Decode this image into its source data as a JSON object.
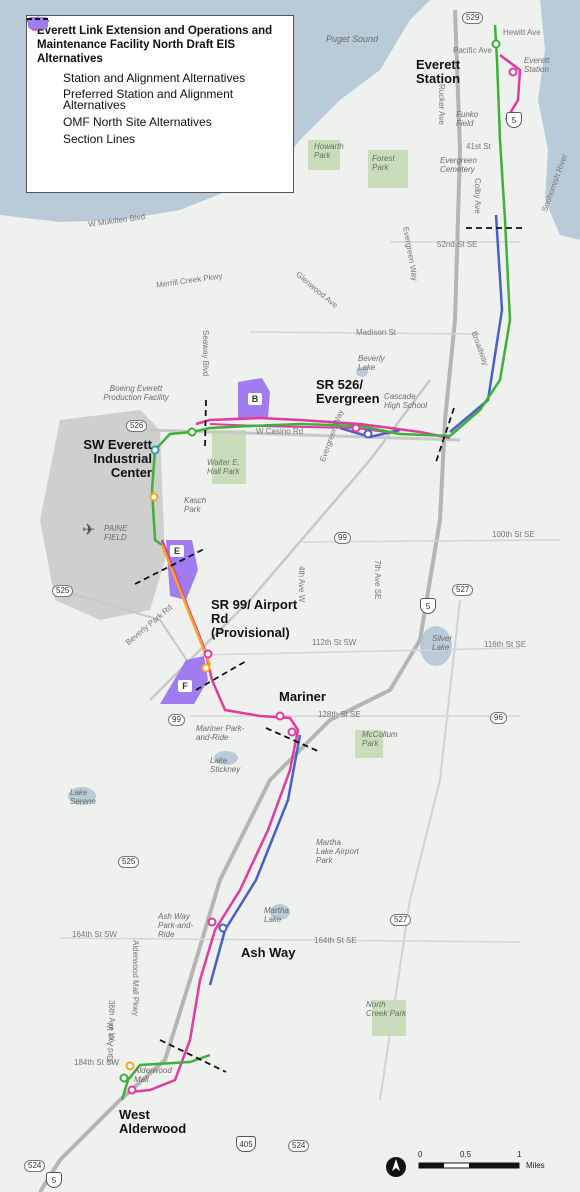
{
  "legend": {
    "title": "Everett Link Extension and Operations and Maintenance Facility North Draft EIS Alternatives",
    "items": [
      {
        "label": "Station and Alignment Alternatives"
      },
      {
        "label": "Preferred Station and Alignment Alternatives"
      },
      {
        "label": "OMF North Site Alternatives"
      },
      {
        "label": "Section Lines"
      }
    ]
  },
  "stations": {
    "everett": "Everett Station",
    "sr526": "SR 526/ Evergreen",
    "sw_everett": "SW Everett Industrial Center",
    "sr99": "SR 99/ Airport Rd (Provisional)",
    "mariner": "Mariner",
    "ash_way": "Ash Way",
    "west_alderwood": "West Alderwood"
  },
  "omf_sites": [
    "B",
    "E",
    "F"
  ],
  "shields": {
    "sr529": "529",
    "i5_north": "5",
    "sr526": "526",
    "sr99_north": "99",
    "sr525_north": "525",
    "i5_mid": "5",
    "sr527_north": "527",
    "sr99_south": "99",
    "sr96": "96",
    "sr525_south": "525",
    "sr527_south": "527",
    "i405": "405",
    "sr524_west": "524",
    "sr524_east": "524",
    "i5_south": "5"
  },
  "places": {
    "puget_sound": "Puget Sound",
    "hewitt_ave": "Hewitt Ave",
    "pacific_ave": "Pacific Ave",
    "everett_station_place": "Everett Station",
    "funko_field": "Funko Field",
    "rucker_ave": "Rucker Ave",
    "st_41": "41st St",
    "evergreen_cemetery": "Evergreen Cemetery",
    "colby_ave": "Colby Ave",
    "howarth_park": "Howarth Park",
    "forest_park": "Forest Park",
    "snohomish_river": "Snohomish River",
    "w_mukilteo_blvd": "W Mukilteo Blvd",
    "st_52nd": "52nd St SE",
    "evergreen_way": "Evergreen Way",
    "merrill_creek": "Merrill Creek Pkwy",
    "glenwood": "Glenwood Ave",
    "madison_st": "Madison St",
    "broadway": "Broadway",
    "beverly_lake": "Beverly Lake",
    "cascade_hs": "Cascade High School",
    "seaway_blvd": "Seaway Blvd",
    "boeing": "Boeing Everett Production Facility",
    "w_casino_rd": "W Casino Rd",
    "walter_hall_park": "Walter E. Hall Park",
    "kasch_park": "Kasch Park",
    "paine_field": "PAINE FIELD",
    "evergreen_way_2": "Evergreen Way",
    "ave_4th_w": "4th Ave W",
    "ave_7th_se": "7th Ave SE",
    "st_100th": "100th St SE",
    "st_112th": "112th St SW",
    "beverly_park_rd": "Beverly Park Rd",
    "silver_lake": "Silver Lake",
    "st_116th": "116th St SE",
    "st_128th": "128th St SE",
    "mariner_pr": "Mariner Park-and-Ride",
    "mccollum_park": "McCollum Park",
    "lake_stickney": "Lake Stickney",
    "lake_serene": "Lake Serene",
    "martha_lake_airport_park": "Martha Lake Airport Park",
    "ash_way_pr": "Ash Way Park-and-Ride",
    "martha_lake": "Martha Lake",
    "st_164th_sw": "164th St SW",
    "st_164th_se": "164th St SE",
    "alderwood_mall_pkwy": "Alderwood Mall Pkwy",
    "ave_36th_w": "36th Ave W",
    "north_creek_park": "North Creek Park",
    "st_184th": "184th St SW",
    "ave_33rd_w": "33rd Ave W",
    "alderwood_mall": "Alderwood Mall"
  },
  "scale": {
    "ticks": [
      "0",
      "0.5",
      "1"
    ],
    "unit": "Miles"
  },
  "colors": {
    "preferred": "#3db13a",
    "alternative": "#e23a9e",
    "alt_blue": "#4a5fc8",
    "orange": "#f5a623",
    "omf": "#a07cf0",
    "water": "#b9cbd9",
    "park": "#c9ddbb"
  },
  "icons": {
    "north_arrow": "north-arrow-icon",
    "airport": "airplane-icon"
  }
}
